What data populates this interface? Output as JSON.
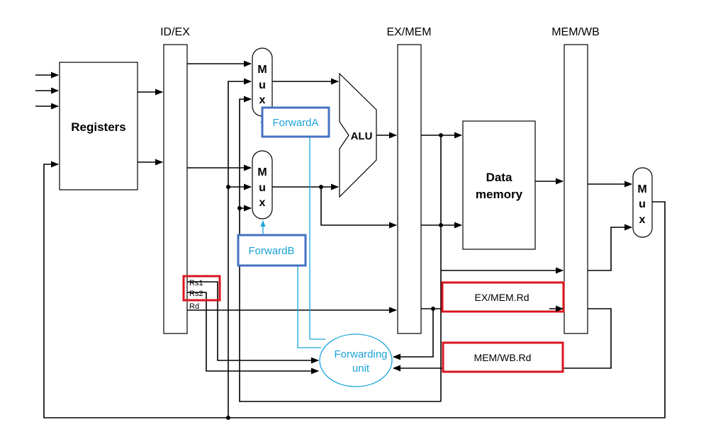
{
  "pipeline_registers": {
    "id_ex": "ID/EX",
    "ex_mem": "EX/MEM",
    "mem_wb": "MEM/WB"
  },
  "units": {
    "registers": "Registers",
    "alu": "ALU",
    "data_memory_line1": "Data",
    "data_memory_line2": "memory",
    "forwarding_unit_line1": "Forwarding",
    "forwarding_unit_line2": "unit"
  },
  "mux_letters": [
    "M",
    "u",
    "x"
  ],
  "signals": {
    "forward_a": "ForwardA",
    "forward_b": "ForwardB",
    "rs1": "Rs1",
    "rs2": "Rs2",
    "rd": "Rd",
    "ex_mem_rd": "EX/MEM.Rd",
    "mem_wb_rd": "MEM/WB.Rd"
  },
  "colors": {
    "wire": "#000000",
    "control_wire": "#1aa3d9",
    "highlight_box": "#d9161f",
    "forward_box": "#4472c4",
    "forward_text": "#1aa3d9"
  }
}
